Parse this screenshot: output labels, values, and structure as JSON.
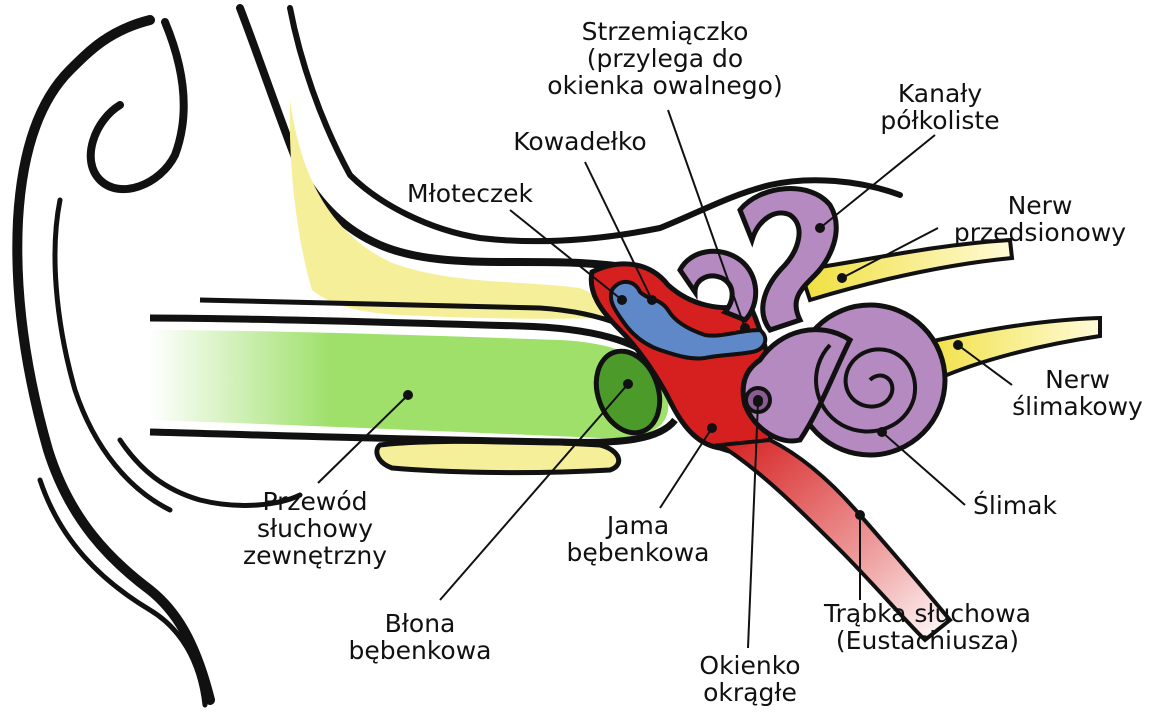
{
  "labels": {
    "stapes": [
      "Strzemiączko",
      "(przylega do",
      "okienka owalnego)"
    ],
    "incus": [
      "Kowadełko"
    ],
    "malleus": [
      "Młoteczek"
    ],
    "semicircular_canals": [
      "Kanały",
      "półkoliste"
    ],
    "vestibular_nerve": [
      "Nerw",
      "przedsionowy"
    ],
    "cochlear_nerve": [
      "Nerw",
      "ślimakowy"
    ],
    "cochlea": [
      "Ślimak"
    ],
    "ear_canal": [
      "Przewód",
      "słuchowy",
      "zewnętrzny"
    ],
    "tympanic_cavity": [
      "Jama",
      "bębenkowa"
    ],
    "eardrum": [
      "Błona",
      "bębenkowa"
    ],
    "eustachian_tube": [
      "Trąbka słuchowa",
      "(Eustachiusza)"
    ],
    "round_window": [
      "Okienko",
      "okrągłe"
    ]
  },
  "colors": {
    "outline": "#111111",
    "cartilage": "#f6ef9a",
    "ear_canal": "#9ee06a",
    "eardrum": "#4c9a2a",
    "cavity": "#d61f1f",
    "ossicles": "#5e88c8",
    "inner_ear": "#b58ac0",
    "nerve": "#f0df3c",
    "tube": "#e99a9a"
  }
}
